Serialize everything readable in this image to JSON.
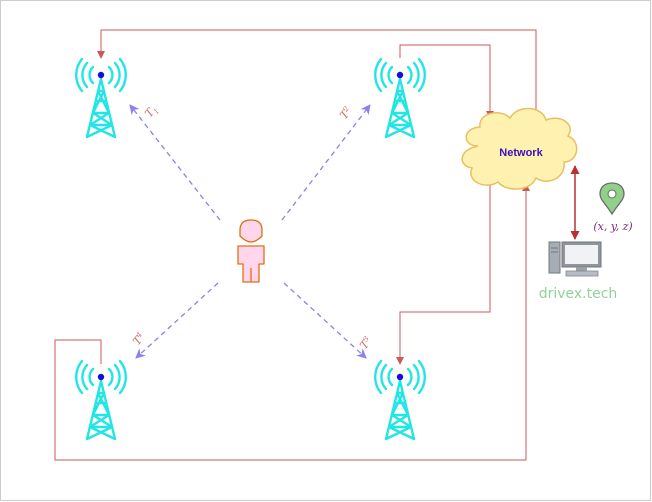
{
  "network": {
    "label": "Network"
  },
  "location": {
    "coords": "(x, y, z)"
  },
  "site": {
    "label": "drivex.tech"
  },
  "signals": [
    {
      "symbol": "T",
      "index": "1"
    },
    {
      "symbol": "T",
      "index": "2"
    },
    {
      "symbol": "T",
      "index": "3"
    },
    {
      "symbol": "T",
      "index": "4"
    }
  ],
  "colors": {
    "tower": "#22e5e5",
    "link": "#c85a5a",
    "signal": "#8a80f0",
    "cloud_fill": "#fff2b0",
    "cloud_stroke": "#e8c060",
    "person_fill": "#ffd6ec",
    "person_stroke": "#e07010",
    "pin": "#8fd08a"
  }
}
